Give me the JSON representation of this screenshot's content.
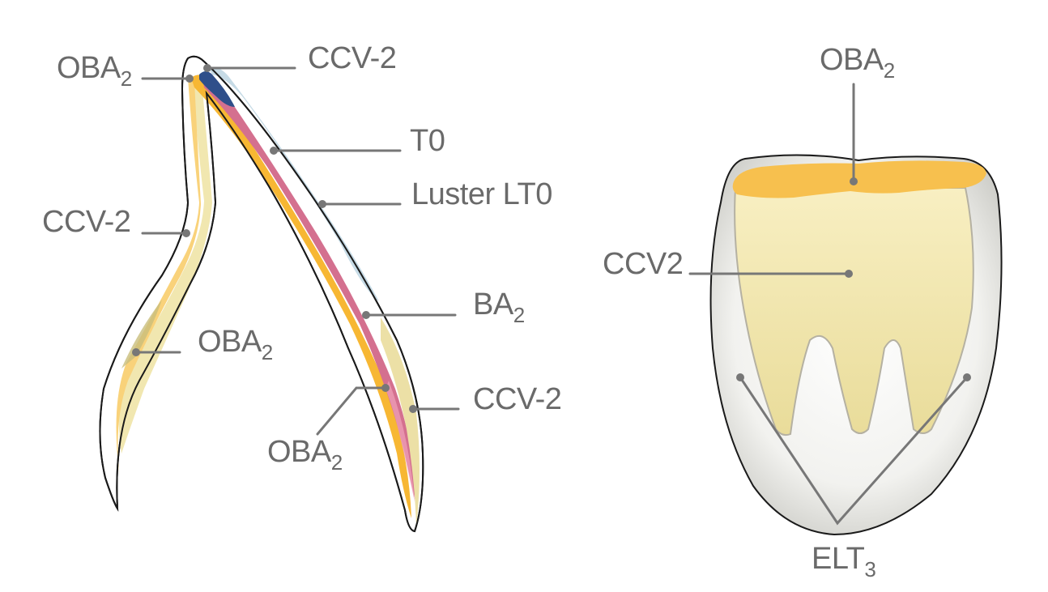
{
  "diagram": {
    "cross_section_labels": {
      "oba_top": {
        "main": "OBA",
        "sub": "2"
      },
      "ccv_top": {
        "main": "CCV-2"
      },
      "t0": {
        "main": "T0"
      },
      "luster": {
        "main": "Luster LT0"
      },
      "ccv_left": {
        "main": "CCV-2"
      },
      "ba": {
        "main": "BA",
        "sub": "2"
      },
      "oba_left": {
        "main": "OBA",
        "sub": "2"
      },
      "ccv_right": {
        "main": "CCV-2"
      },
      "oba_bottom": {
        "main": "OBA",
        "sub": "2"
      }
    },
    "facial_view_labels": {
      "oba": {
        "main": "OBA",
        "sub": "2"
      },
      "ccv": {
        "main": "CCV2"
      },
      "elt": {
        "main": "ELT",
        "sub": "3"
      }
    },
    "colors": {
      "oba_orange": "#f7b733",
      "oba_light": "#f9d27a",
      "ccv_cream": "#f1e7b0",
      "t0_pink": "#d4708f",
      "luster_blue": "#c6dbe6",
      "incisal_blue": "#2f4f8a",
      "elt_gray": "#d9d9d6",
      "outline": "#1a1a1a",
      "leader": "#777777"
    }
  }
}
